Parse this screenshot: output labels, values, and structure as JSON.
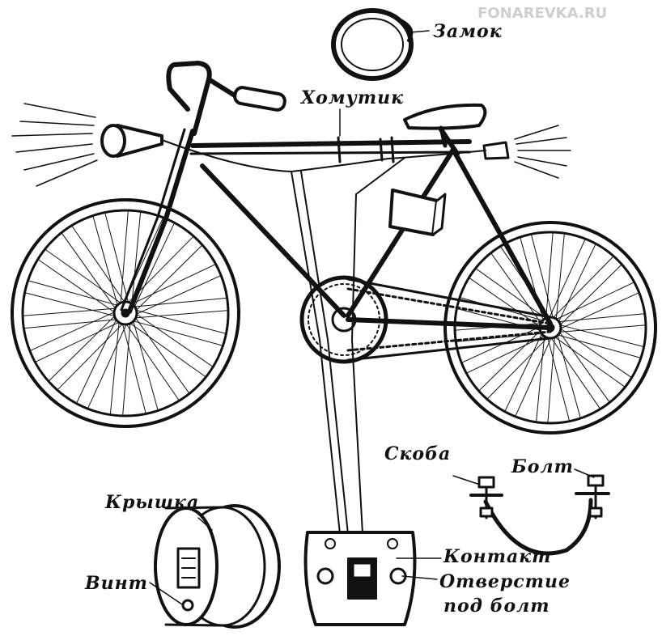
{
  "watermark": "FONAREVKA.RU",
  "labels": {
    "lock": "Замок",
    "clamp": "Хомутик",
    "bracket": "Скоба",
    "bolt": "Болт",
    "cover": "Крышка",
    "screw": "Винт",
    "contact": "Контакт",
    "hole_line1": "Отверстие",
    "hole_line2": "под болт"
  },
  "colors": {
    "ink": "#111111",
    "paper": "#ffffff",
    "watermark": "#cfcfcf"
  },
  "wheels": {
    "spokes": 36
  }
}
